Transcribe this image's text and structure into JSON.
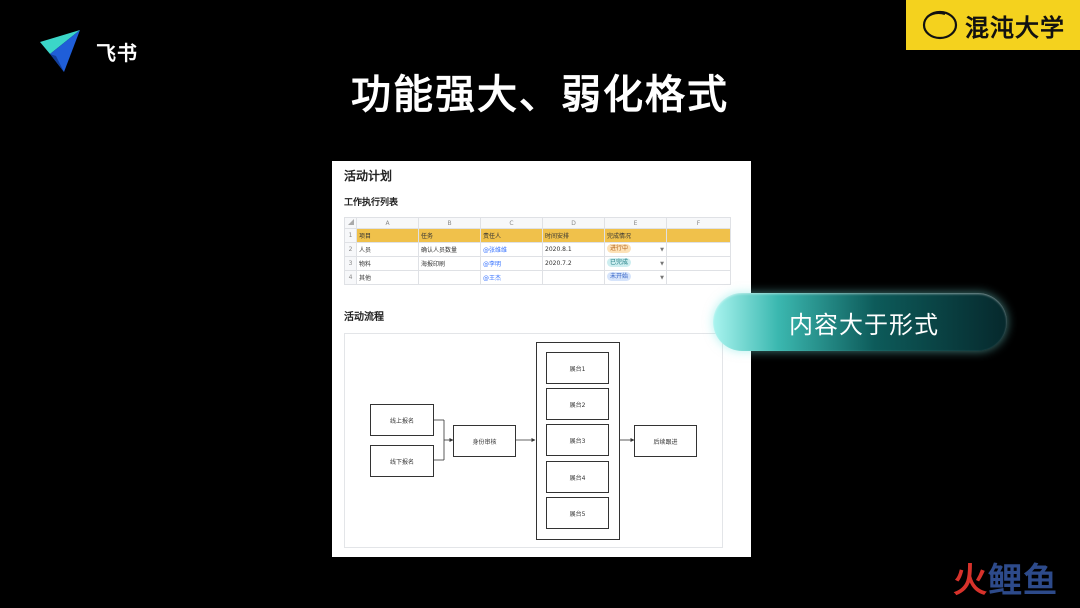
{
  "brand": {
    "name": "飞书"
  },
  "badge": {
    "text": "混沌大学"
  },
  "slide": {
    "title": "功能强大、弱化格式"
  },
  "doc": {
    "title": "活动计划",
    "table_heading": "工作执行列表",
    "flow_heading": "活动流程",
    "sheet": {
      "col_letters": [
        "A",
        "B",
        "C",
        "D",
        "E",
        "F"
      ],
      "rows": [
        {
          "num": "1",
          "cells": [
            "项目",
            "任务",
            "责任人",
            "时间安排",
            "完成情况",
            ""
          ]
        },
        {
          "num": "2",
          "cells": [
            "人员",
            "确认人员数量",
            "@张维维",
            "2020.8.1",
            "进行中",
            ""
          ]
        },
        {
          "num": "3",
          "cells": [
            "物料",
            "海报印刷",
            "@李明",
            "2020.7.2",
            "已完成",
            ""
          ]
        },
        {
          "num": "4",
          "cells": [
            "其他",
            "",
            "@王杰",
            "",
            "未开始",
            ""
          ]
        }
      ]
    },
    "flow": {
      "reg_online": "线上报名",
      "reg_offline": "线下报名",
      "verify": "身份审核",
      "booths": [
        "展台1",
        "展台2",
        "展台3",
        "展台4",
        "展台5"
      ],
      "followup": "后续跟进"
    }
  },
  "callout": {
    "text": "内容大于形式"
  },
  "watermark": {
    "part1": "火",
    "part2": "鲤",
    "part3": "鱼"
  },
  "colors": {
    "accent_yellow": "#f4d21e",
    "header_row": "#f0c14b",
    "tag_in_progress": "#fde2b8",
    "tag_done": "#cdeef0",
    "tag_not_started": "#d6e4fb",
    "mention": "#3370ff",
    "pill_teal": "#3bb8b0"
  }
}
